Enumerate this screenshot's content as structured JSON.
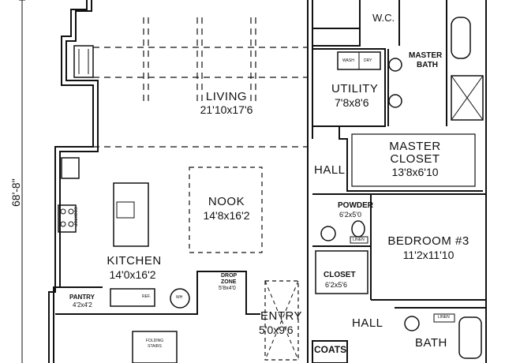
{
  "overall_dimension": "68'-8\"",
  "rooms": {
    "wc": {
      "name": "W.C."
    },
    "master_bath": {
      "name_line1": "MASTER",
      "name_line2": "BATH"
    },
    "living": {
      "name": "LIVING",
      "size": "21'10x17'6"
    },
    "utility": {
      "name": "UTILITY",
      "size": "7'8x8'6"
    },
    "master_closet": {
      "name_line1": "MASTER",
      "name_line2": "CLOSET",
      "size": "13'8x6'10"
    },
    "hall_upper": {
      "name": "HALL"
    },
    "nook": {
      "name": "NOOK",
      "size": "14'8x16'2"
    },
    "powder": {
      "name": "POWDER",
      "size": "6'2x5'0"
    },
    "bedroom3": {
      "name": "BEDROOM #3",
      "size": "11'2x11'10"
    },
    "kitchen": {
      "name": "KITCHEN",
      "size": "14'0x16'2"
    },
    "closet": {
      "name": "CLOSET",
      "size": "6'2x5'6"
    },
    "drop_zone": {
      "name_line1": "DROP",
      "name_line2": "ZONE",
      "size": "5'8x4'0"
    },
    "pantry": {
      "name": "PANTRY",
      "size": "4'2x4'2"
    },
    "entry": {
      "name": "ENTRY",
      "size": "5'0x9'6"
    },
    "hall_lower": {
      "name": "HALL"
    },
    "coats": {
      "name": "COATS"
    },
    "bath": {
      "name": "BATH"
    }
  },
  "fixtures": {
    "wash": "WASH",
    "dry": "DRY",
    "cooktop": "COOKTOP",
    "ref": "REF.",
    "wh": "WH",
    "linen_powder": "LINEN",
    "linen_bath": "LINEN",
    "folding_stairs_line1": "FOLDING",
    "folding_stairs_line2": "STAIRS"
  }
}
